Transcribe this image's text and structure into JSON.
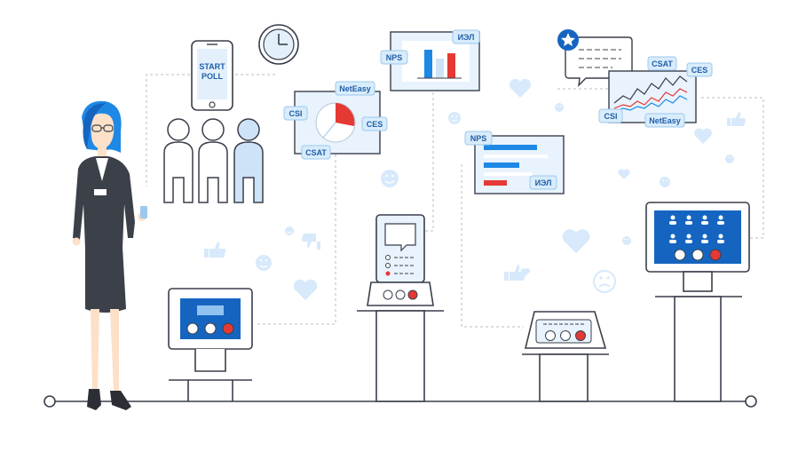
{
  "poll_phone": {
    "line1": "START",
    "line2": "POLL"
  },
  "pie_tags": {
    "netease": "NetEasy",
    "csi": "CSI",
    "ces": "CES",
    "csat": "CSAT"
  },
  "bar_tags": {
    "nps": "NPS",
    "iel": "ИЭЛ"
  },
  "hbar_tags": {
    "nps": "NPS",
    "iel": "ИЭЛ"
  },
  "line_tags": {
    "csat": "CSAT",
    "ces": "CES",
    "csi": "CSI",
    "netease": "NetEasy"
  },
  "colors": {
    "accent": "#1e88e5",
    "red": "#e53935",
    "light_blue": "#d7e9fb",
    "dark_blue": "#1565c0",
    "outline": "#3a3f4b"
  },
  "icons": [
    "clock-icon",
    "heart-icon",
    "smiley-icon",
    "sad-face-icon",
    "thumbs-up-icon",
    "thumbs-down-icon",
    "star-icon",
    "person-icon"
  ]
}
